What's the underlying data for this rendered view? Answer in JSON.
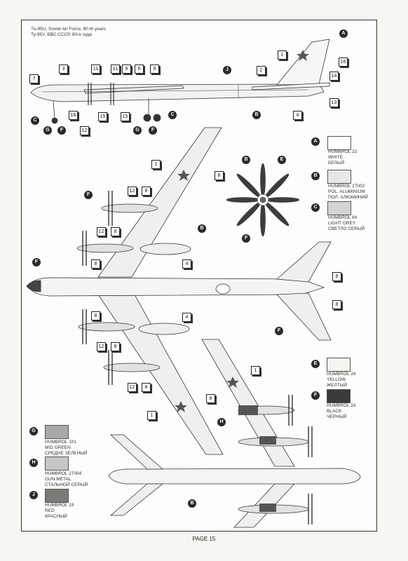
{
  "title": {
    "line1": "Tu-95U, Soviet Air Force, 80-th years",
    "line2": "Ту-95У, ВВС СССР, 80-е года"
  },
  "colors": [
    {
      "code": "A",
      "lines": [
        "HUMBROL 22",
        "WHITE",
        "БЕЛЫЙ"
      ],
      "hex": "#ffffff"
    },
    {
      "code": "B",
      "lines": [
        "HUMBROL 27002",
        "POL. ALUMINIUM",
        "ПОЛ. АЛЮМИНИЙ"
      ],
      "hex": "#e7e7e7"
    },
    {
      "code": "C",
      "lines": [
        "HUMBROL 64",
        "LIGHT GREY",
        "СВЕТЛО СЕРЫЙ"
      ],
      "hex": "#d4d4d2"
    },
    {
      "code": "E",
      "lines": [
        "HUMBROL 24",
        "YELLOW",
        "ЖЕЛТЫЙ"
      ],
      "hex": "#f6f6f0"
    },
    {
      "code": "F",
      "lines": [
        "HUMBROL 33",
        "BLACK",
        "ЧЕРНЫЙ"
      ],
      "hex": "#3a3a3a"
    },
    {
      "code": "G",
      "lines": [
        "HUMBROL 101",
        "MID GREEN",
        "СРЕДНЕ ЗЕЛЕНЫЙ"
      ],
      "hex": "#a9a9a7"
    },
    {
      "code": "H",
      "lines": [
        "HUMBROL 27004",
        "GUN METAL",
        "СТАЛЬНОЙ СЕРЫЙ"
      ],
      "hex": "#c6c6c4"
    },
    {
      "code": "J",
      "lines": [
        "HUMBROL 19",
        "RED",
        "КРАСНЫЙ"
      ],
      "hex": "#7a7a78"
    }
  ],
  "callouts": {
    "side_numbers": [
      "1",
      "16",
      "14",
      "13",
      "2",
      "4",
      "3",
      "11",
      "11",
      "9",
      "6",
      "9",
      "7",
      "16",
      "12",
      "15",
      "15"
    ],
    "side_badges": [
      "A",
      "J",
      "B",
      "C",
      "C",
      "G",
      "F",
      "G",
      "F"
    ],
    "top_numbers": [
      "1",
      "8",
      "12",
      "8",
      "12",
      "8",
      "8",
      "4"
    ],
    "top_badges": [
      "F",
      "B",
      "F"
    ],
    "prop_badges": [
      "B",
      "E",
      "F"
    ],
    "bottom_numbers": [
      "8",
      "8",
      "4",
      "8",
      "12",
      "8",
      "12",
      "8",
      "8",
      "1",
      "1"
    ],
    "bottom_badges": [
      "F",
      "B",
      "H",
      "B"
    ]
  },
  "page_label": "PAGE 15"
}
